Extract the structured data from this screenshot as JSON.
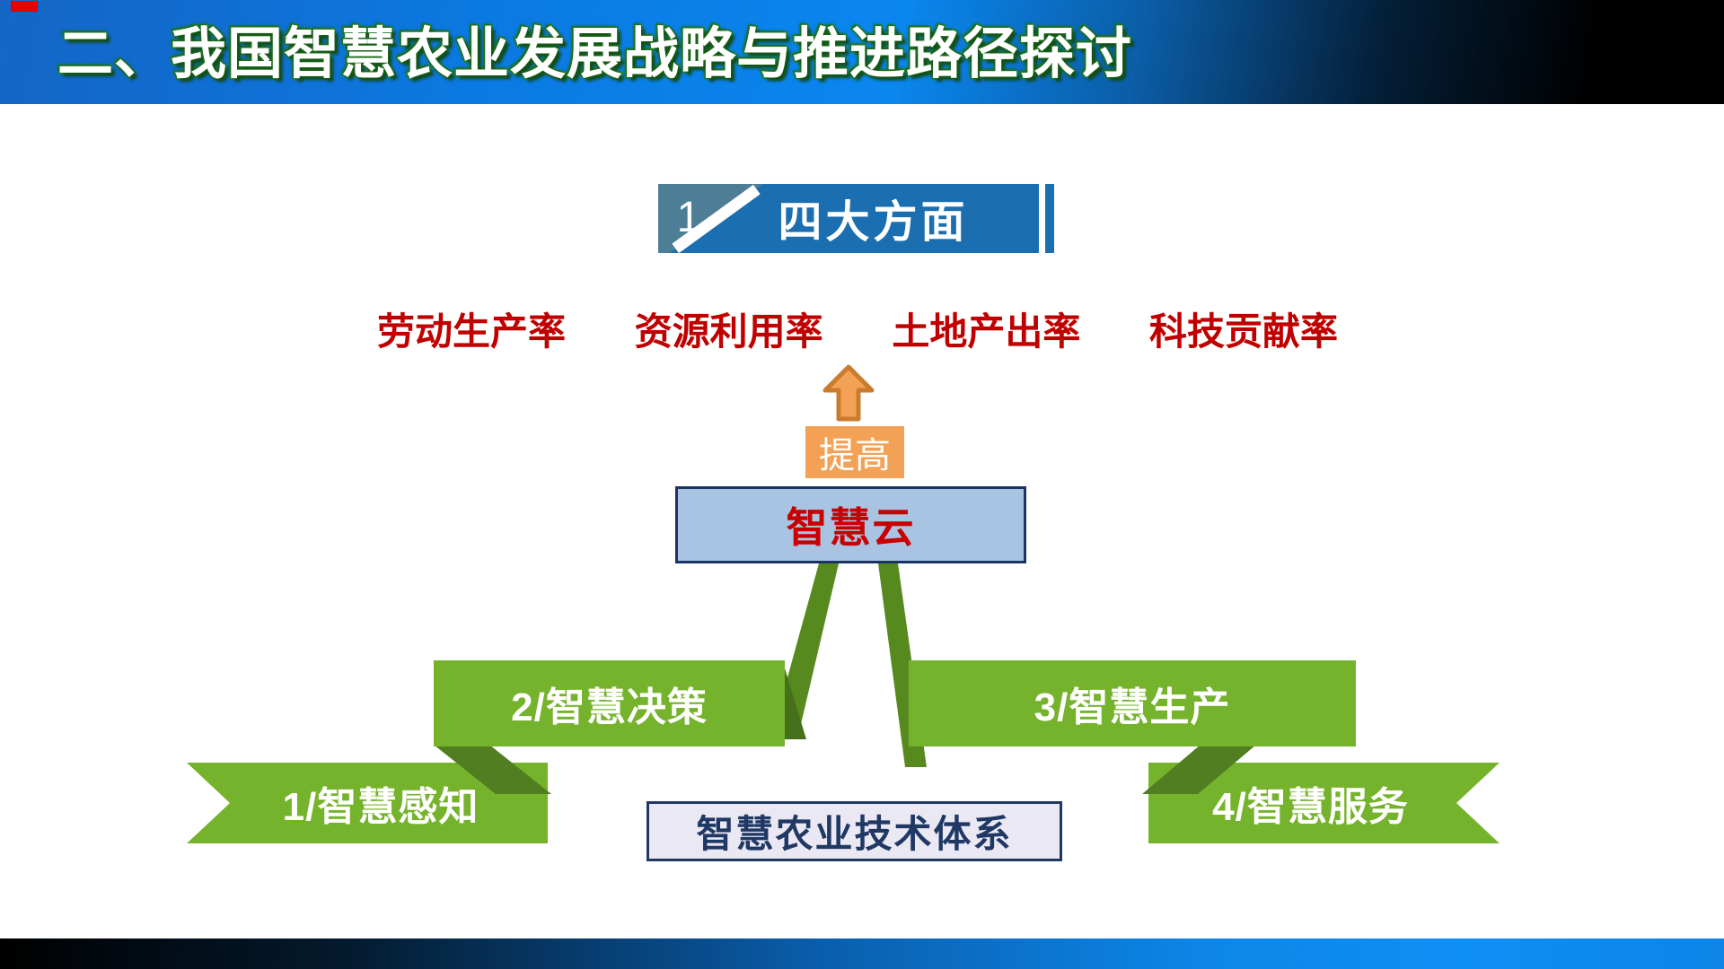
{
  "slide": {
    "title": "二、我国智慧农业发展战略与推进路径探讨",
    "section": {
      "number": "1",
      "title": "四大方面"
    },
    "metrics": [
      "劳动生产率",
      "资源利用率",
      "土地产出率",
      "科技贡献率"
    ],
    "improve_label": "提高",
    "cloud_label": "智慧云",
    "system_label": "智慧农业技术体系",
    "ribbons": [
      {
        "label": "1/智慧感知"
      },
      {
        "label": "2/智慧决策"
      },
      {
        "label": "3/智慧生产"
      },
      {
        "label": "4/智慧服务"
      }
    ],
    "colors": {
      "header_blue": "#0a87ef",
      "header_black": "#000000",
      "title_fill": "#ffffff",
      "title_outline_green": "#1e7e1e",
      "banner_blue": "#1b6fb0",
      "banner_teal": "#4d7e95",
      "metric_red": "#c00000",
      "orange": "#f3a155",
      "arrow_border": "#c97c2d",
      "cloud_fill": "#a9c3e3",
      "cloud_border": "#1b3464",
      "ribbon_green": "#76b32c",
      "fold_green": "#517e20",
      "system_box_fill": "#eae8f3",
      "navy": "#203864",
      "corner_accent_red": "#e80000"
    }
  }
}
